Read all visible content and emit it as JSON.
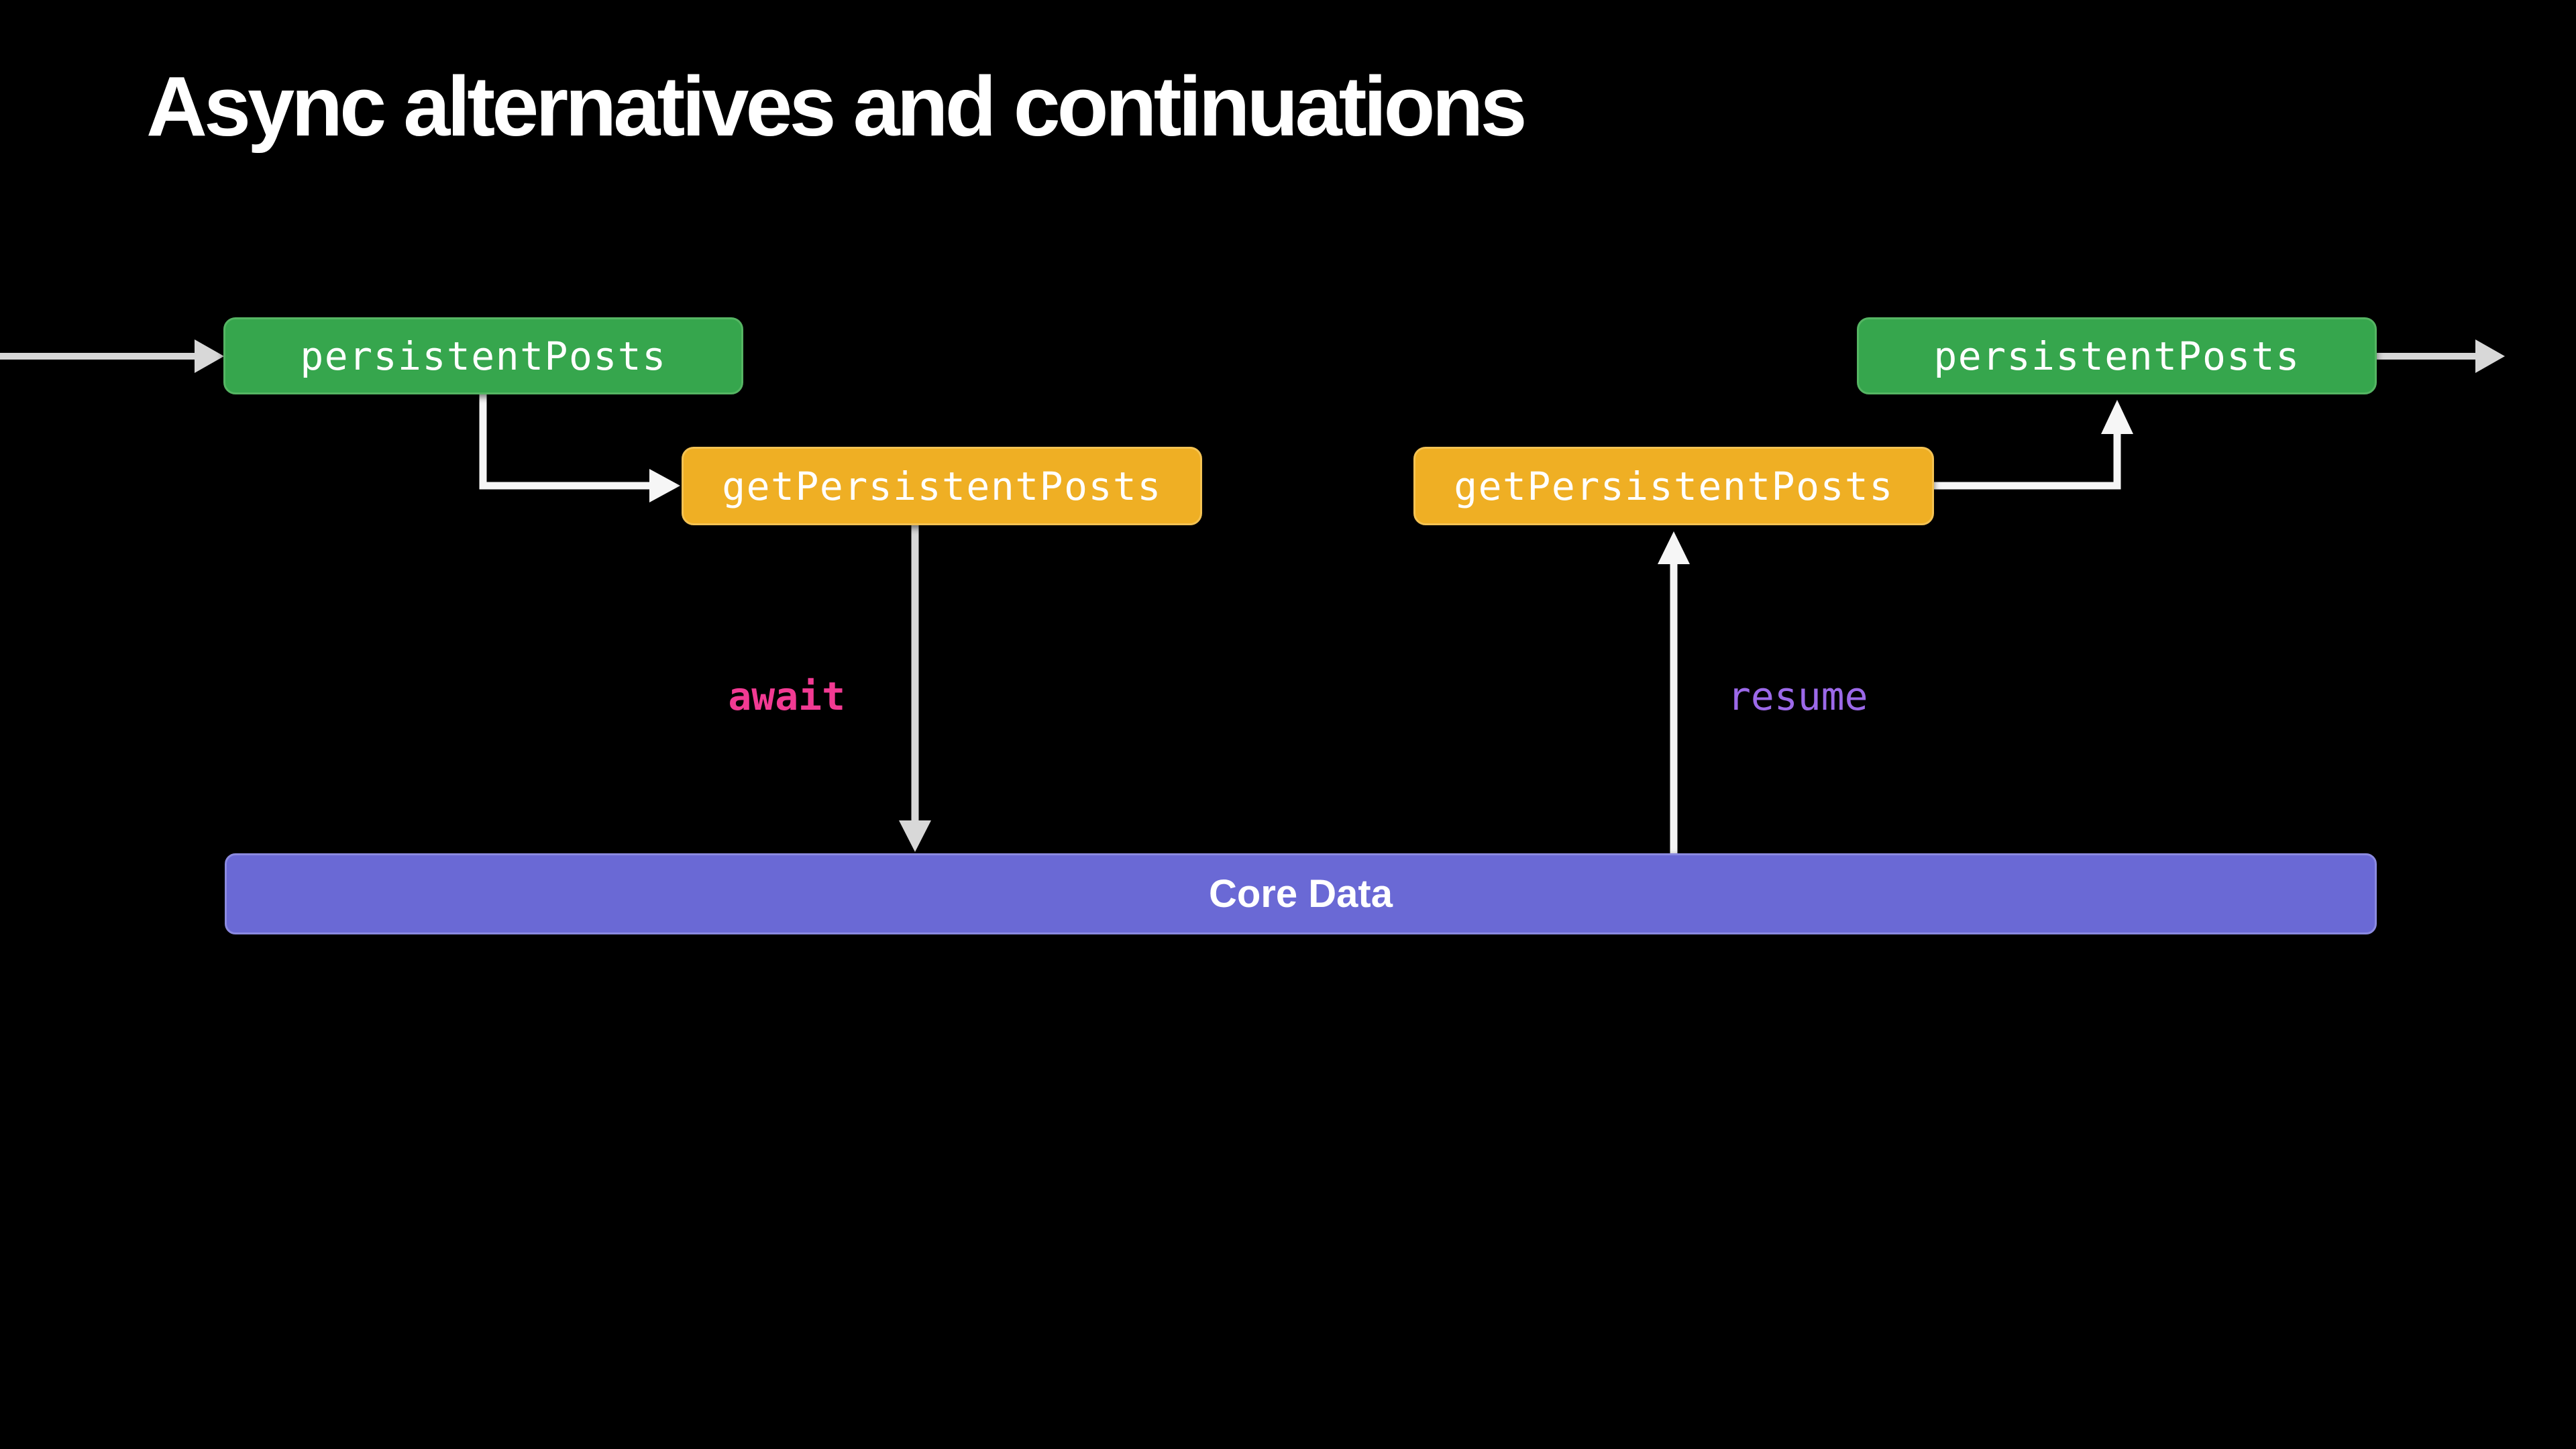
{
  "slide": {
    "title": "Async alternatives and continuations",
    "background_color": "#000000"
  },
  "nodes": {
    "persistent_posts_left": {
      "label": "persistentPosts",
      "fill": "#36A64D",
      "border": "#55B563",
      "text_color": "#FFFFFF"
    },
    "get_persistent_posts_left": {
      "label": "getPersistentPosts",
      "fill": "#EFAF24",
      "border": "#F4C252",
      "text_color": "#FFFFFF"
    },
    "get_persistent_posts_right": {
      "label": "getPersistentPosts",
      "fill": "#EFAF24",
      "border": "#F4C252",
      "text_color": "#FFFFFF"
    },
    "persistent_posts_right": {
      "label": "persistentPosts",
      "fill": "#36A64D",
      "border": "#55B563",
      "text_color": "#FFFFFF"
    },
    "core_data": {
      "label": "Core Data",
      "fill": "#6A69D5",
      "border": "#8B8AE0",
      "text_color": "#FFFFFF"
    }
  },
  "edge_labels": {
    "await": {
      "text": "await",
      "color": "#F23A93"
    },
    "resume": {
      "text": "resume",
      "color": "#9C69E9"
    }
  },
  "arrows": {
    "entry_color": "#D8D8D8",
    "await_color": "#D8D8D8",
    "elbow_color": "#F6F6F6",
    "resume_color": "#F6F6F6",
    "exit_color": "#D8D8D8"
  }
}
